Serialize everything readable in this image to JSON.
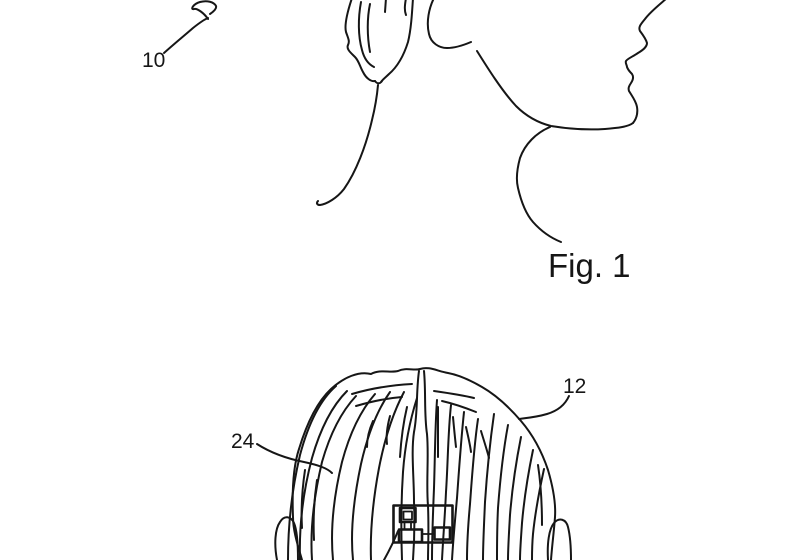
{
  "page": {
    "background_color": "#ffffff",
    "ink_color": "#161616"
  },
  "figure_1": {
    "caption": "Fig. 1",
    "description": "Side profile of a human head and neck, cropped at top of sheet",
    "reference_numerals": [
      "10"
    ]
  },
  "figure_2": {
    "description": "Back view of a head with long hair, small device at back of head, cropped at bottom of sheet",
    "reference_numerals": [
      "24",
      "12"
    ]
  }
}
